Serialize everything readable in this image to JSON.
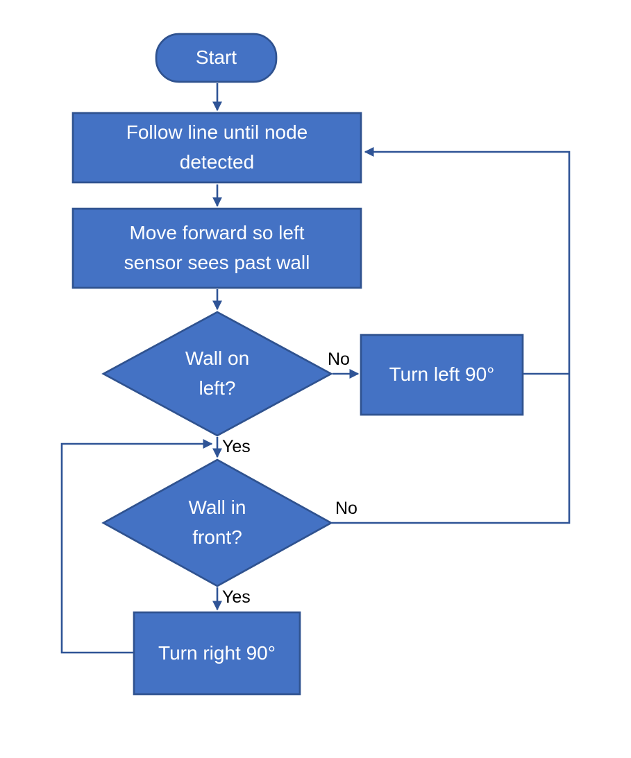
{
  "diagram": {
    "type": "flowchart",
    "description": "Maze / wall-following robot algorithm flowchart",
    "colors": {
      "node_fill": "#4472C4",
      "node_border": "#2F528F",
      "connector": "#2F5496",
      "node_text": "#FFFFFF",
      "edge_label_text": "#000000",
      "background": "#FFFFFF"
    },
    "nodes": {
      "start": {
        "type": "terminator",
        "label": "Start"
      },
      "follow_line": {
        "type": "process",
        "label": "Follow line until node\ndetected"
      },
      "move_forward": {
        "type": "process",
        "label": "Move forward so left\nsensor sees past wall"
      },
      "wall_on_left": {
        "type": "decision",
        "label": "Wall on\nleft?"
      },
      "turn_left": {
        "type": "process",
        "label": "Turn left 90°"
      },
      "wall_in_front": {
        "type": "decision",
        "label": "Wall in\nfront?"
      },
      "turn_right": {
        "type": "process",
        "label": "Turn right 90°"
      }
    },
    "edges": {
      "wall_on_left_no": {
        "label": "No",
        "from": "wall_on_left",
        "to": "turn_left"
      },
      "wall_on_left_yes": {
        "label": "Yes",
        "from": "wall_on_left",
        "to": "wall_in_front"
      },
      "wall_in_front_no": {
        "label": "No",
        "from": "wall_in_front",
        "to": "follow_line"
      },
      "wall_in_front_yes": {
        "label": "Yes",
        "from": "wall_in_front",
        "to": "turn_right"
      }
    }
  }
}
